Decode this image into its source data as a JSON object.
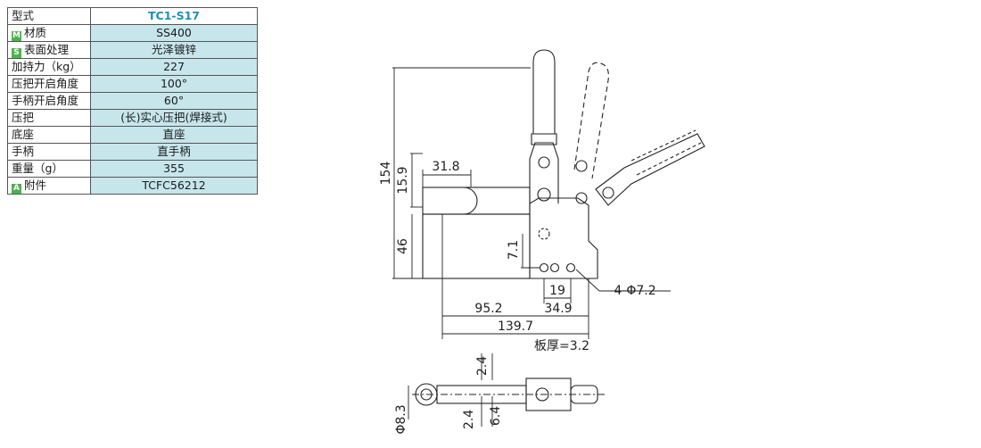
{
  "spec_table": {
    "rows": [
      {
        "badge": "",
        "label": "型式",
        "value": "TC1-S17"
      },
      {
        "badge": "M",
        "label": "材质",
        "value": "SS400"
      },
      {
        "badge": "S",
        "label": "表面处理",
        "value": "光泽镀锌"
      },
      {
        "badge": "",
        "label": "加持力（kg）",
        "value": "227"
      },
      {
        "badge": "",
        "label": "压把开启角度",
        "value": "100°"
      },
      {
        "badge": "",
        "label": "手柄开启角度",
        "value": "60°"
      },
      {
        "badge": "",
        "label": "压把",
        "value": "(长)实心压把(焊接式)"
      },
      {
        "badge": "",
        "label": "底座",
        "value": "直座"
      },
      {
        "badge": "",
        "label": "手柄",
        "value": "直手柄"
      },
      {
        "badge": "",
        "label": "重量（g）",
        "value": "355"
      },
      {
        "badge": "A",
        "label": "附件",
        "value": "TCFC56212"
      }
    ]
  },
  "dimensions": {
    "total_height": "154",
    "upper_height": "15.9",
    "bar_offset": "31.8",
    "base_height": "46",
    "hole_height": "7.1",
    "hole_pitch": "19",
    "holes": "4-Φ7.2",
    "reach": "95.2",
    "base_width": "34.9",
    "overall_length": "139.7",
    "plate_thickness": "板厚=3.2",
    "top_gap_1": "2.4",
    "bottom_gap_1": "2.4",
    "bottom_gap_2": "6.4",
    "tip_diameter": "Φ8.3"
  },
  "colors": {
    "value_bg": "#c7e6ec",
    "model_text": "#1a8fbf",
    "badge": "#4bb34b"
  }
}
